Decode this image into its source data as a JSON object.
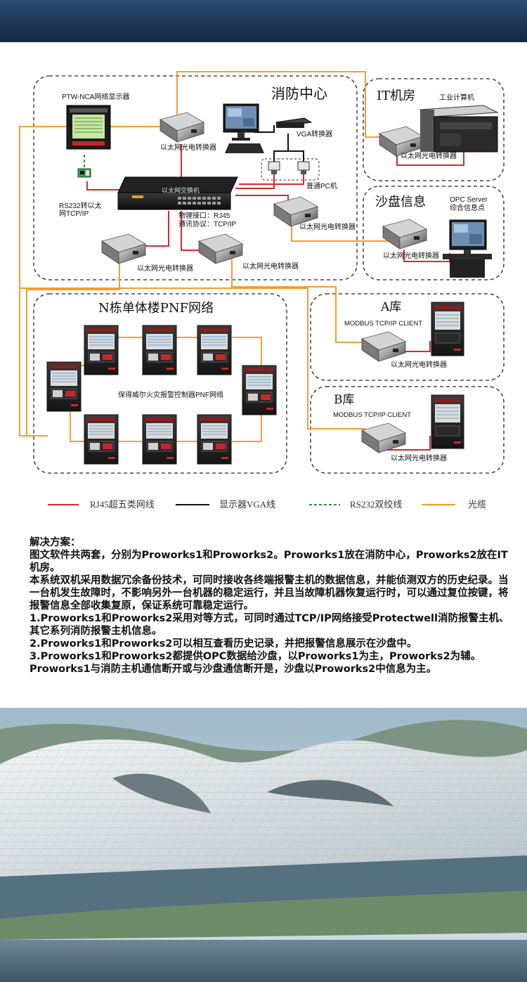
{
  "diagram": {
    "zones": {
      "fire_center": "消防中心",
      "it_room": "IT机房",
      "sand_table": "沙盘信息",
      "building": "N栋单体楼PNF网络",
      "warehouse_a": "A库",
      "warehouse_b": "B库"
    },
    "labels": {
      "ptw_display": "PTW-NCA网络显示器",
      "rs232_tcp": "RS232转以太\n网TCP/IP",
      "ethernet_switch": "以太网交换机",
      "physical_port": "物理接口：RJ45",
      "comm_protocol": "通讯协议：TCP/IP",
      "vga_converter": "VGA转换器",
      "normal_pc": "普通PC机",
      "industrial_pc": "工业计算机",
      "opc_server": "OPC Server",
      "opc_info_point": "综合信息点",
      "media_converter": "以太网光电转换器",
      "honeywell_network": "保得威尔火灾报警控制器PNF网络",
      "modbus_client": "MODBUS TCP/IP CLIENT"
    },
    "legend": [
      {
        "label": "RJ45超五类网线",
        "color": "#d7282f",
        "style": "solid"
      },
      {
        "label": "显示器VGA线",
        "color": "#111111",
        "style": "solid"
      },
      {
        "label": "RS232双绞线",
        "color": "#2e8b3a",
        "style": "dashed"
      },
      {
        "label": "光缆",
        "color": "#f0a030",
        "style": "solid"
      }
    ]
  },
  "solution": {
    "heading": "解决方案：",
    "paragraphs": [
      "图文软件共两套，分别为Proworks1和Proworks2。Proworks1放在消防中心，Proworks2放在IT机房。",
      "本系统双机采用数据冗余备份技术，可同时接收各终端报警主机的数据信息，并能侦测双方的历史纪录。当一台机发生故障时，不影响另外一台机器的稳定运行，并且当故障机器恢复运行时，可以通过复位按键，将报警信息全部收集复原，保证系统可靠稳定运行。",
      "1.Proworks1和Proworks2采用对等方式，可同时通过TCP/IP网络接受Protectwell消防报警主机、其它系列消防报警主机信息。",
      "2.Proworks1和Proworks2可以相互查看历史记录，并把报警信息展示在沙盘中。",
      "3.Proworks1和Proworks2都提供OPC数据给沙盘，以Proworks1为主，Proworks2为辅。Proworks1与消防主机通信断开或与沙盘通信断开是，沙盘以Proworks2中信息为主。"
    ]
  }
}
